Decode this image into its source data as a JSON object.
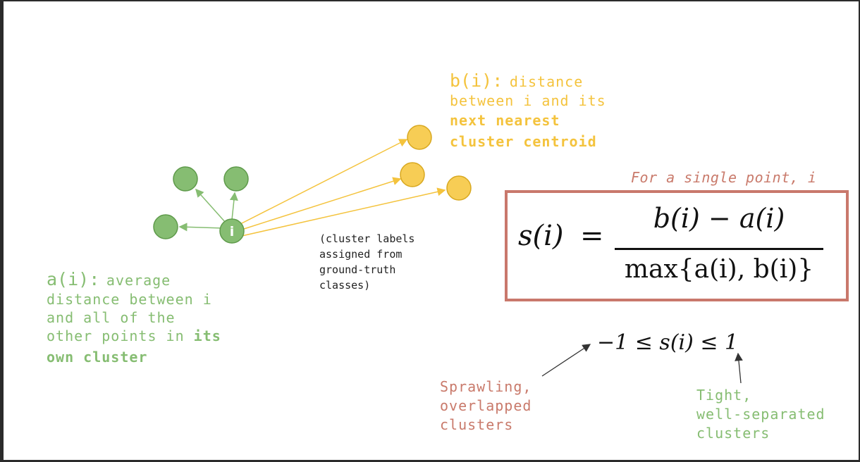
{
  "left_caption": {
    "title": "a(i):",
    "lines": [
      "average",
      "distance between i",
      "and all of the",
      "other points in "
    ],
    "bold_inline": "its",
    "bold_line": "own cluster"
  },
  "top_caption": {
    "title": "b(i):",
    "line1_rest": "distance",
    "line2": "between i and its",
    "bold_line1": "next nearest",
    "bold_line2": "cluster centroid"
  },
  "center_note": {
    "lines": [
      "(cluster labels",
      "assigned from",
      "ground-truth",
      "classes)"
    ]
  },
  "formula": {
    "context": "For a single point, i",
    "lhs": "s(i)",
    "equals": "=",
    "numerator": "b(i) − a(i)",
    "denominator": "max{a(i), b(i)}",
    "range": "−1 ≤ s(i) ≤ 1"
  },
  "low_end_label": {
    "lines": [
      "Sprawling,",
      "overlapped",
      "clusters"
    ]
  },
  "high_end_label": {
    "lines": [
      "Tight,",
      "well-separated",
      "clusters"
    ]
  },
  "point_label": "i",
  "colors": {
    "own_cluster": "#86bd72",
    "other_cluster": "#f4c33d",
    "formula_border": "#c9786c",
    "arrow_dark": "#333333"
  }
}
